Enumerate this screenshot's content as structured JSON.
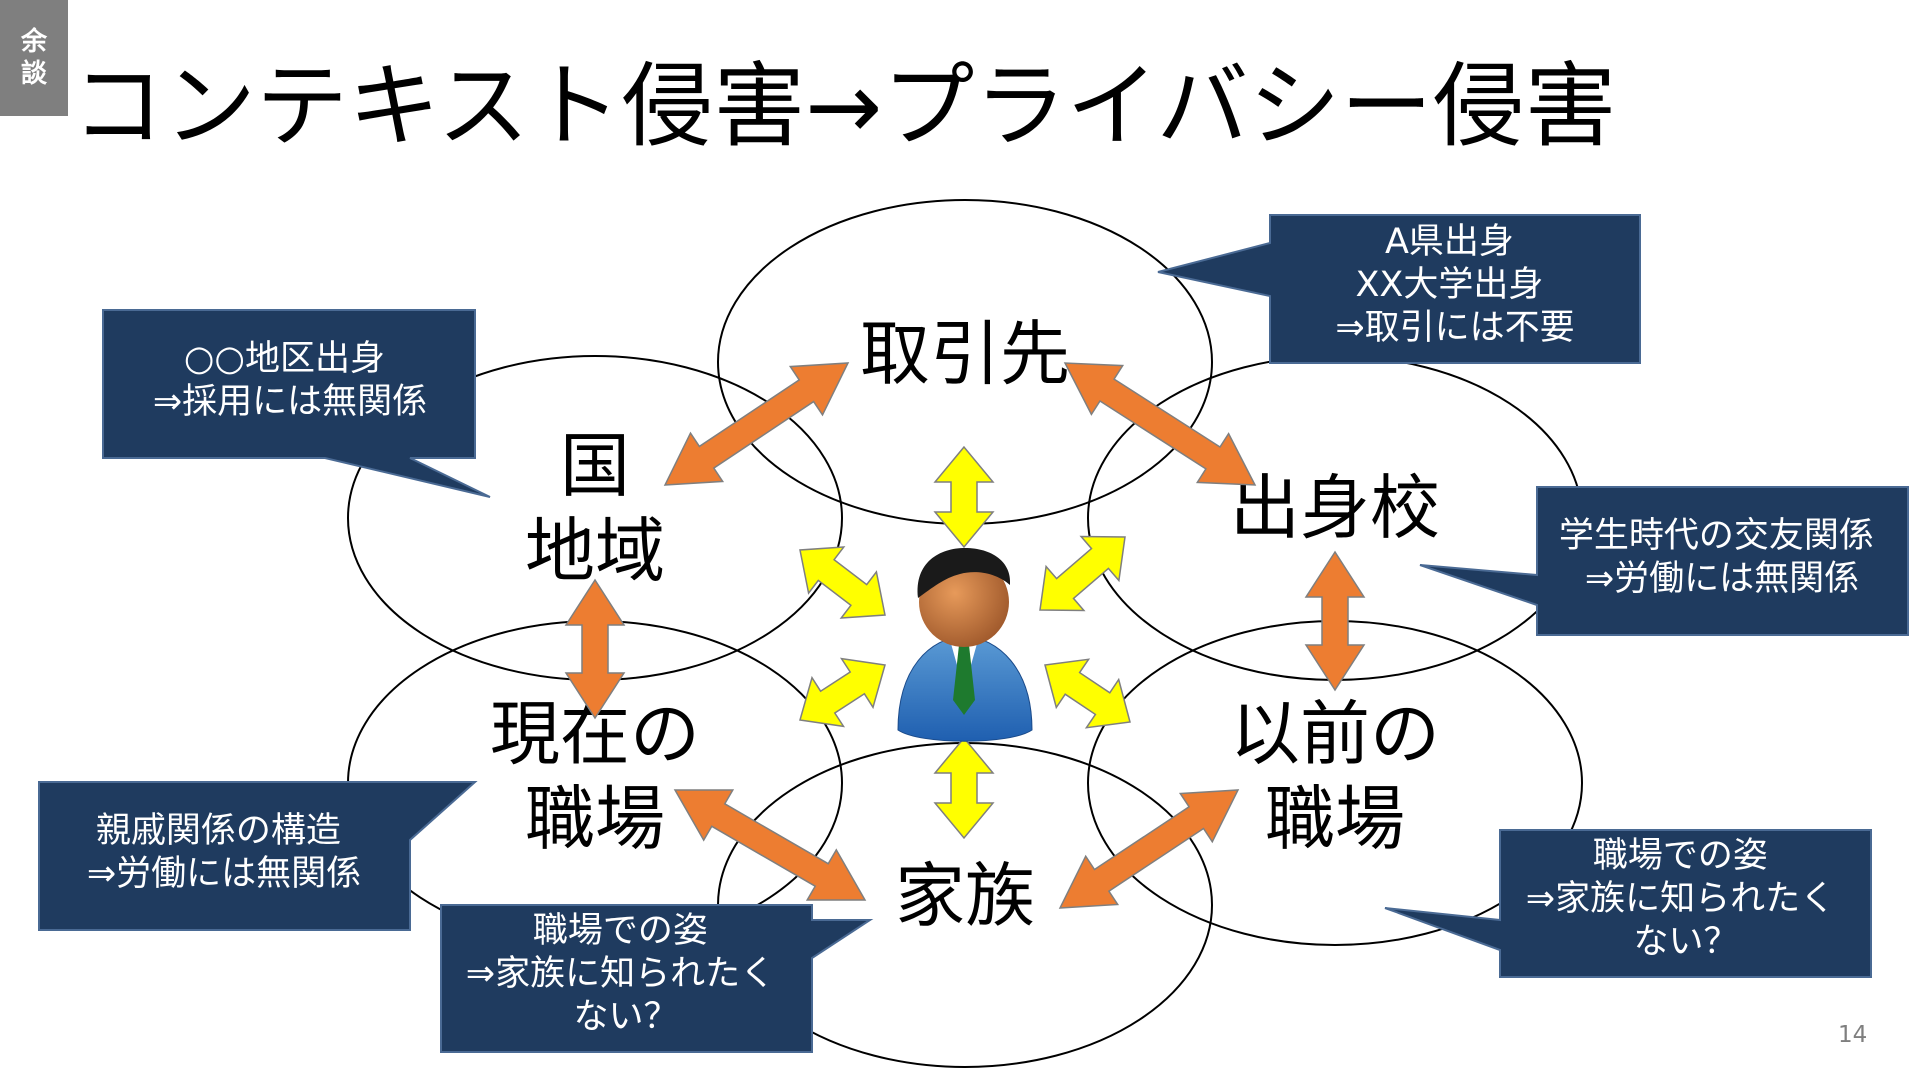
{
  "side_tag": [
    "余",
    "談"
  ],
  "title": "コンテキスト侵害→プライバシー侵害",
  "page_number": "14",
  "colors": {
    "callout_fill": "#1f3b5f",
    "arrow_orange": "#ed7d31",
    "arrow_yellow": "#ffff00",
    "side_tag": "#7f7f7f"
  },
  "center_icon": "person-icon",
  "nodes": [
    {
      "id": "client",
      "lines": [
        "取引先"
      ]
    },
    {
      "id": "region",
      "lines": [
        "国",
        "地域"
      ]
    },
    {
      "id": "school",
      "lines": [
        "出身校"
      ]
    },
    {
      "id": "current-work",
      "lines": [
        "現在の",
        "職場"
      ]
    },
    {
      "id": "previous-work",
      "lines": [
        "以前の",
        "職場"
      ]
    },
    {
      "id": "family",
      "lines": [
        "家族"
      ]
    }
  ],
  "callouts": [
    {
      "id": "region",
      "lines": [
        "○○地区出身",
        "⇒採用には無関係"
      ]
    },
    {
      "id": "client",
      "lines": [
        "A県出身",
        "XX大学出身",
        "⇒取引には不要"
      ]
    },
    {
      "id": "school",
      "lines": [
        "学生時代の交友関係",
        "⇒労働には無関係"
      ]
    },
    {
      "id": "current-work",
      "lines": [
        "親戚関係の構造",
        "⇒労働には無関係"
      ]
    },
    {
      "id": "family",
      "lines": [
        "職場での姿",
        "⇒家族に知られたく",
        "ない？"
      ]
    },
    {
      "id": "previous-work",
      "lines": [
        "職場での姿",
        "⇒家族に知られたく",
        "ない？"
      ]
    }
  ]
}
